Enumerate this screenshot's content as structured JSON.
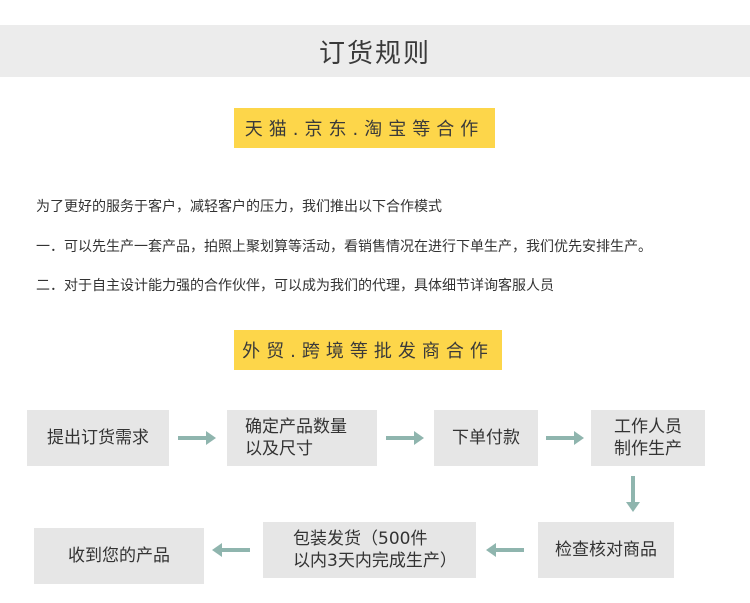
{
  "header": {
    "title": "订货规则"
  },
  "section1": {
    "label": "天猫.京东.淘宝等合作",
    "paragraphs": [
      "为了更好的服务于客户，减轻客户的压力，我们推出以下合作模式",
      "一．可以先生产一套产品，拍照上聚划算等活动，看销售情况在进行下单生产，我们优先安排生产。",
      "二．对于自主设计能力强的合作伙伴，可以成为我们的代理，具体细节详询客服人员"
    ]
  },
  "section2": {
    "label": "外贸.跨境等批发商合作"
  },
  "flow": {
    "step1": "提出订货需求",
    "step2_line1": "确定产品数量",
    "step2_line2": "以及尺寸",
    "step3": "下单付款",
    "step4_line1": "工作人员",
    "step4_line2": "制作生产",
    "step5": "检查核对商品",
    "step6_line1": "包装发货（500件",
    "step6_line2": "以内3天内完成生产）",
    "step7": "收到您的产品"
  },
  "colors": {
    "header_bg": "#ececec",
    "label_bg": "#fdd64a",
    "box_bg": "#e6e6e6",
    "arrow": "#8fb5ae"
  },
  "icons": [
    "arrow-right-icon",
    "arrow-down-icon",
    "arrow-left-icon"
  ]
}
